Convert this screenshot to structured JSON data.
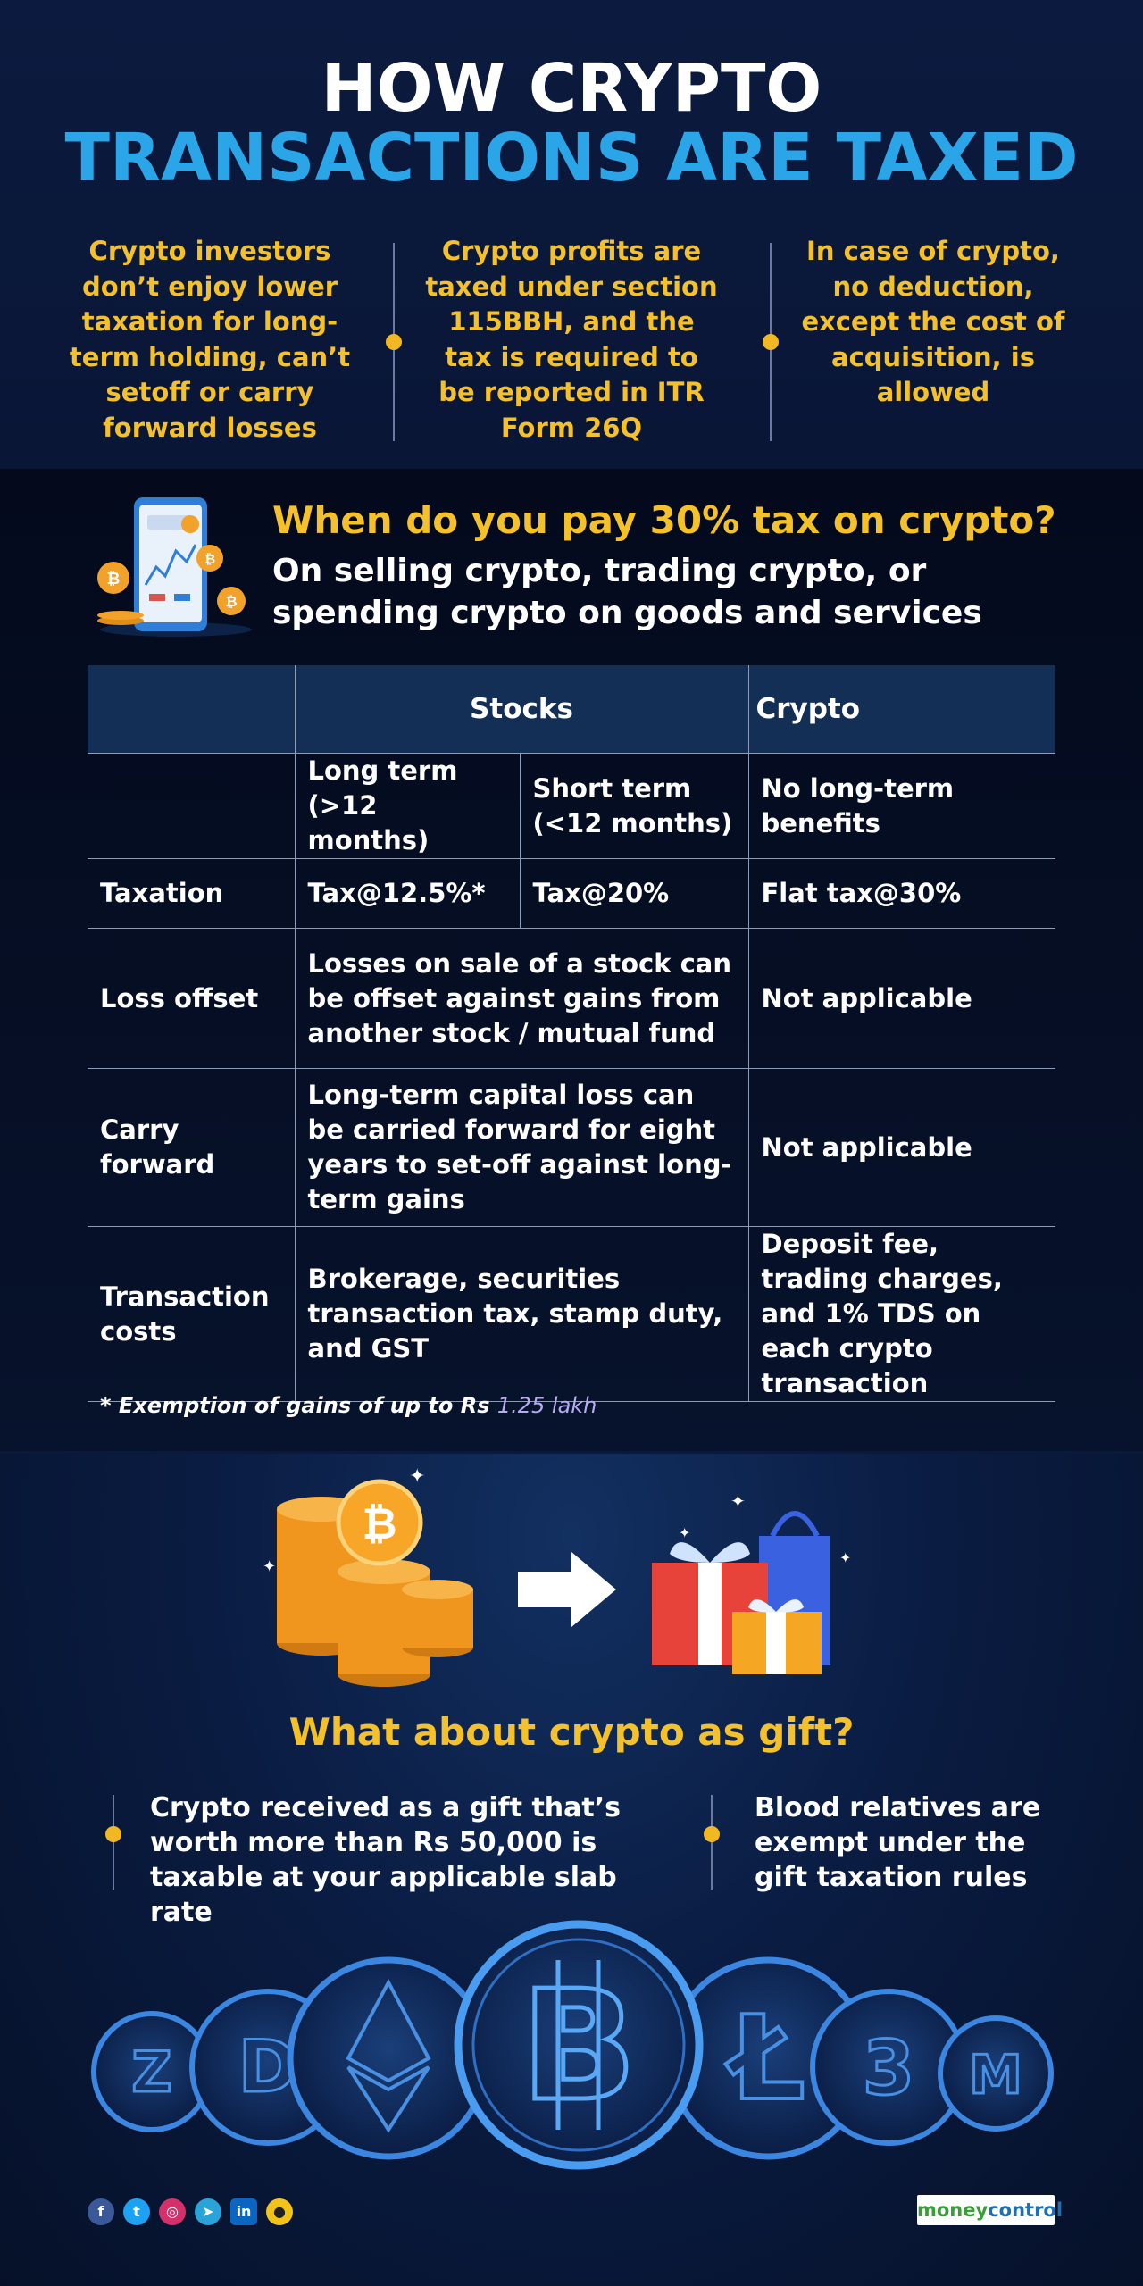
{
  "title": {
    "line1": "HOW CRYPTO",
    "line2": "TRANSACTIONS ARE TAXED"
  },
  "facts": [
    "Crypto investors don’t enjoy  lower taxation for long-term holding, can’t setoff or carry forward losses",
    "Crypto profits are taxed under section 115BBH, and the tax is required to be reported in ITR Form 26Q",
    "In case of crypto, no deduction, except the cost of acquisition, is allowed"
  ],
  "section1": {
    "question": "When do you pay 30% tax on crypto?",
    "answer": "On selling crypto, trading crypto, or spending crypto on goods and services"
  },
  "table": {
    "header": {
      "stocks": "Stocks",
      "crypto": "Crypto"
    },
    "subheader": {
      "long_term": "Long term (>12 months)",
      "short_term": "Short term (<12 months)",
      "crypto": "No long-term benefits"
    },
    "rows": [
      {
        "label": "Taxation",
        "long": "Tax@12.5%*",
        "short": "Tax@20%",
        "crypto": "Flat tax@30%"
      },
      {
        "label": "Loss offset",
        "stocks": "Losses on sale of a stock can be offset against gains from another stock / mutual fund",
        "crypto": "Not applicable"
      },
      {
        "label": "Carry forward",
        "stocks": "Long-term capital loss can be carried forward for eight years to set-off against long-term gains",
        "crypto": "Not applicable"
      },
      {
        "label": "Transaction costs",
        "stocks": "Brokerage, securities transaction tax, stamp duty, and GST",
        "crypto": "Deposit fee, trading charges, and 1% TDS on each crypto transaction"
      }
    ],
    "footnote_prefix": "* Exemption of gains of up to Rs ",
    "footnote_value": "1.25 lakh"
  },
  "section2": {
    "question": "What about crypto as gift?",
    "points": [
      "Crypto received as a gift that’s worth more than Rs 50,000 is taxable at your applicable slab rate",
      "Blood relatives are exempt under the gift taxation rules"
    ]
  },
  "footer": {
    "brand_part1": "money",
    "brand_part2": "control",
    "social_icons": [
      "facebook-icon",
      "twitter-icon",
      "instagram-icon",
      "telegram-icon",
      "linkedin-icon",
      "koo-icon"
    ]
  },
  "colors": {
    "accent_yellow": "#f4c12a",
    "accent_blue": "#2aa6e8",
    "background": "#07122b",
    "table_header": "#132f55"
  }
}
